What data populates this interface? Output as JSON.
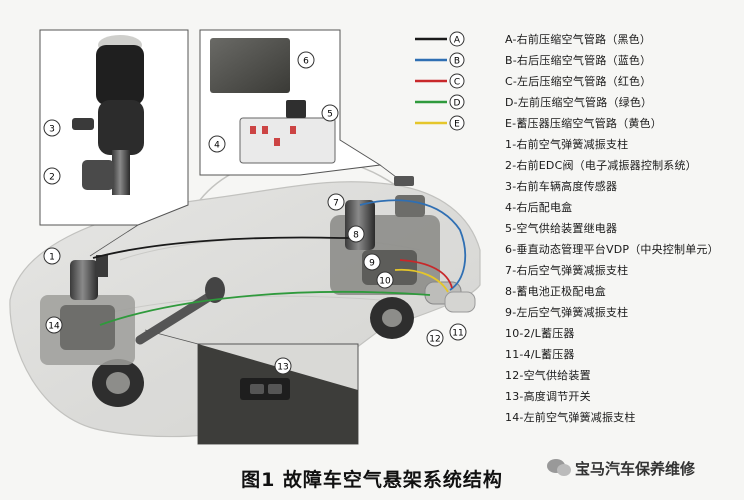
{
  "figure": {
    "caption": "图1 故障车空气悬架系统结构",
    "watermark": "宝马汽车保养维修"
  },
  "pipe_legend": [
    {
      "letter": "A",
      "color": "#1a1a1a",
      "text": "A-右前压缩空气管路（黑色）"
    },
    {
      "letter": "B",
      "color": "#2f6fb3",
      "text": "B-右后压缩空气管路（蓝色）"
    },
    {
      "letter": "C",
      "color": "#c8282a",
      "text": "C-左后压缩空气管路（红色）"
    },
    {
      "letter": "D",
      "color": "#2f9a3c",
      "text": "D-左前压缩空气管路（绿色）"
    },
    {
      "letter": "E",
      "color": "#e5c62a",
      "text": "E-蓄压器压缩空气管路（黄色）"
    }
  ],
  "components": [
    {
      "num": "1",
      "text": "1-右前空气弹簧减振支柱"
    },
    {
      "num": "2",
      "text": "2-右前EDC阀（电子减振器控制系统）"
    },
    {
      "num": "3",
      "text": "3-右前车辆高度传感器"
    },
    {
      "num": "4",
      "text": "4-右后配电盒"
    },
    {
      "num": "5",
      "text": "5-空气供给装置继电器"
    },
    {
      "num": "6",
      "text": "6-垂直动态管理平台VDP（中央控制单元）"
    },
    {
      "num": "7",
      "text": "7-右后空气弹簧减振支柱"
    },
    {
      "num": "8",
      "text": "8-蓄电池正极配电盒"
    },
    {
      "num": "9",
      "text": "9-左后空气弹簧减振支柱"
    },
    {
      "num": "10",
      "text": "10-2/L蓄压器"
    },
    {
      "num": "11",
      "text": "11-4/L蓄压器"
    },
    {
      "num": "12",
      "text": "12-空气供给装置"
    },
    {
      "num": "13",
      "text": "13-高度调节开关"
    },
    {
      "num": "14",
      "text": "14-左前空气弹簧减振支柱"
    }
  ]
}
